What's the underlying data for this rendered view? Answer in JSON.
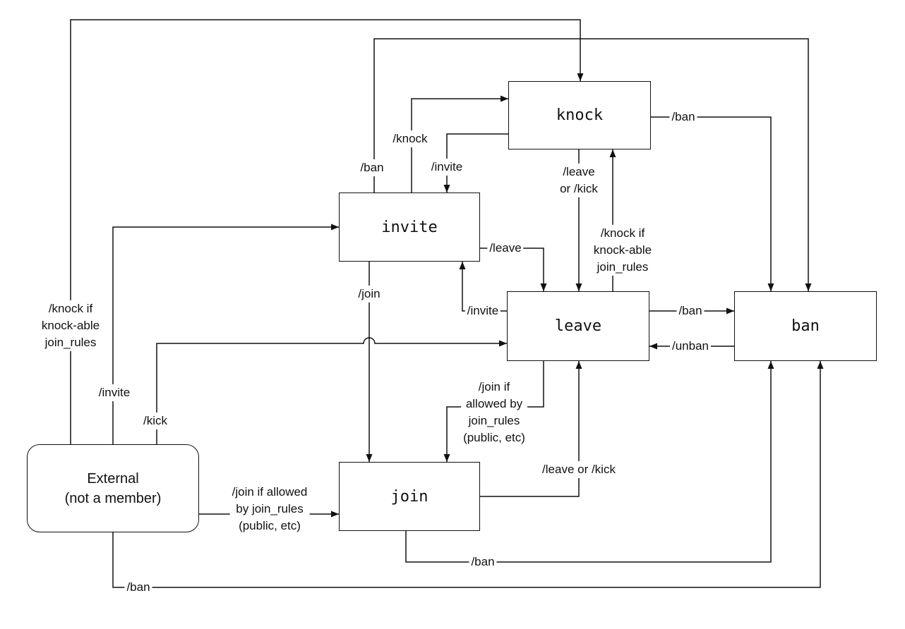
{
  "diagram": {
    "nodes": {
      "knock": {
        "label": "knock"
      },
      "invite": {
        "label": "invite"
      },
      "leave": {
        "label": "leave"
      },
      "ban": {
        "label": "ban"
      },
      "join": {
        "label": "join"
      },
      "external": {
        "label": "External\n(not a member)"
      }
    },
    "edges": {
      "external_knock": {
        "from": "external",
        "to": "knock",
        "label": "/knock if\nknock-able\njoin_rules"
      },
      "external_invite": {
        "from": "external",
        "to": "invite",
        "label": "/invite"
      },
      "external_kick": {
        "from": "external",
        "to": "leave",
        "label": "/kick"
      },
      "external_join": {
        "from": "external",
        "to": "join",
        "label": "/join if allowed\nby join_rules\n(public, etc)"
      },
      "external_ban": {
        "from": "external",
        "to": "ban",
        "label": "/ban"
      },
      "invite_knock": {
        "from": "invite",
        "to": "knock",
        "label": "/knock"
      },
      "invite_ban": {
        "from": "invite",
        "to": "ban",
        "label": "/ban"
      },
      "knock_invite": {
        "from": "knock",
        "to": "invite",
        "label": "/invite"
      },
      "knock_leave": {
        "from": "knock",
        "to": "leave",
        "label": "/leave\nor /kick"
      },
      "knock_ban": {
        "from": "knock",
        "to": "ban",
        "label": "/ban"
      },
      "leave_knock": {
        "from": "leave",
        "to": "knock",
        "label": "/knock if\nknock-able\njoin_rules"
      },
      "invite_leave": {
        "from": "invite",
        "to": "leave",
        "label": "/leave"
      },
      "leave_invite": {
        "from": "leave",
        "to": "invite",
        "label": "/invite"
      },
      "invite_join": {
        "from": "invite",
        "to": "join",
        "label": "/join"
      },
      "leave_ban": {
        "from": "leave",
        "to": "ban",
        "label": "/ban"
      },
      "ban_leave": {
        "from": "ban",
        "to": "leave",
        "label": "/unban"
      },
      "leave_join": {
        "from": "leave",
        "to": "join",
        "label": "/join if\nallowed by\njoin_rules\n(public, etc)"
      },
      "join_leave": {
        "from": "join",
        "to": "leave",
        "label": "/leave or /kick"
      },
      "join_ban": {
        "from": "join",
        "to": "ban",
        "label": "/ban"
      }
    },
    "colors": {
      "stroke": "#111111",
      "background": "#ffffff"
    }
  }
}
